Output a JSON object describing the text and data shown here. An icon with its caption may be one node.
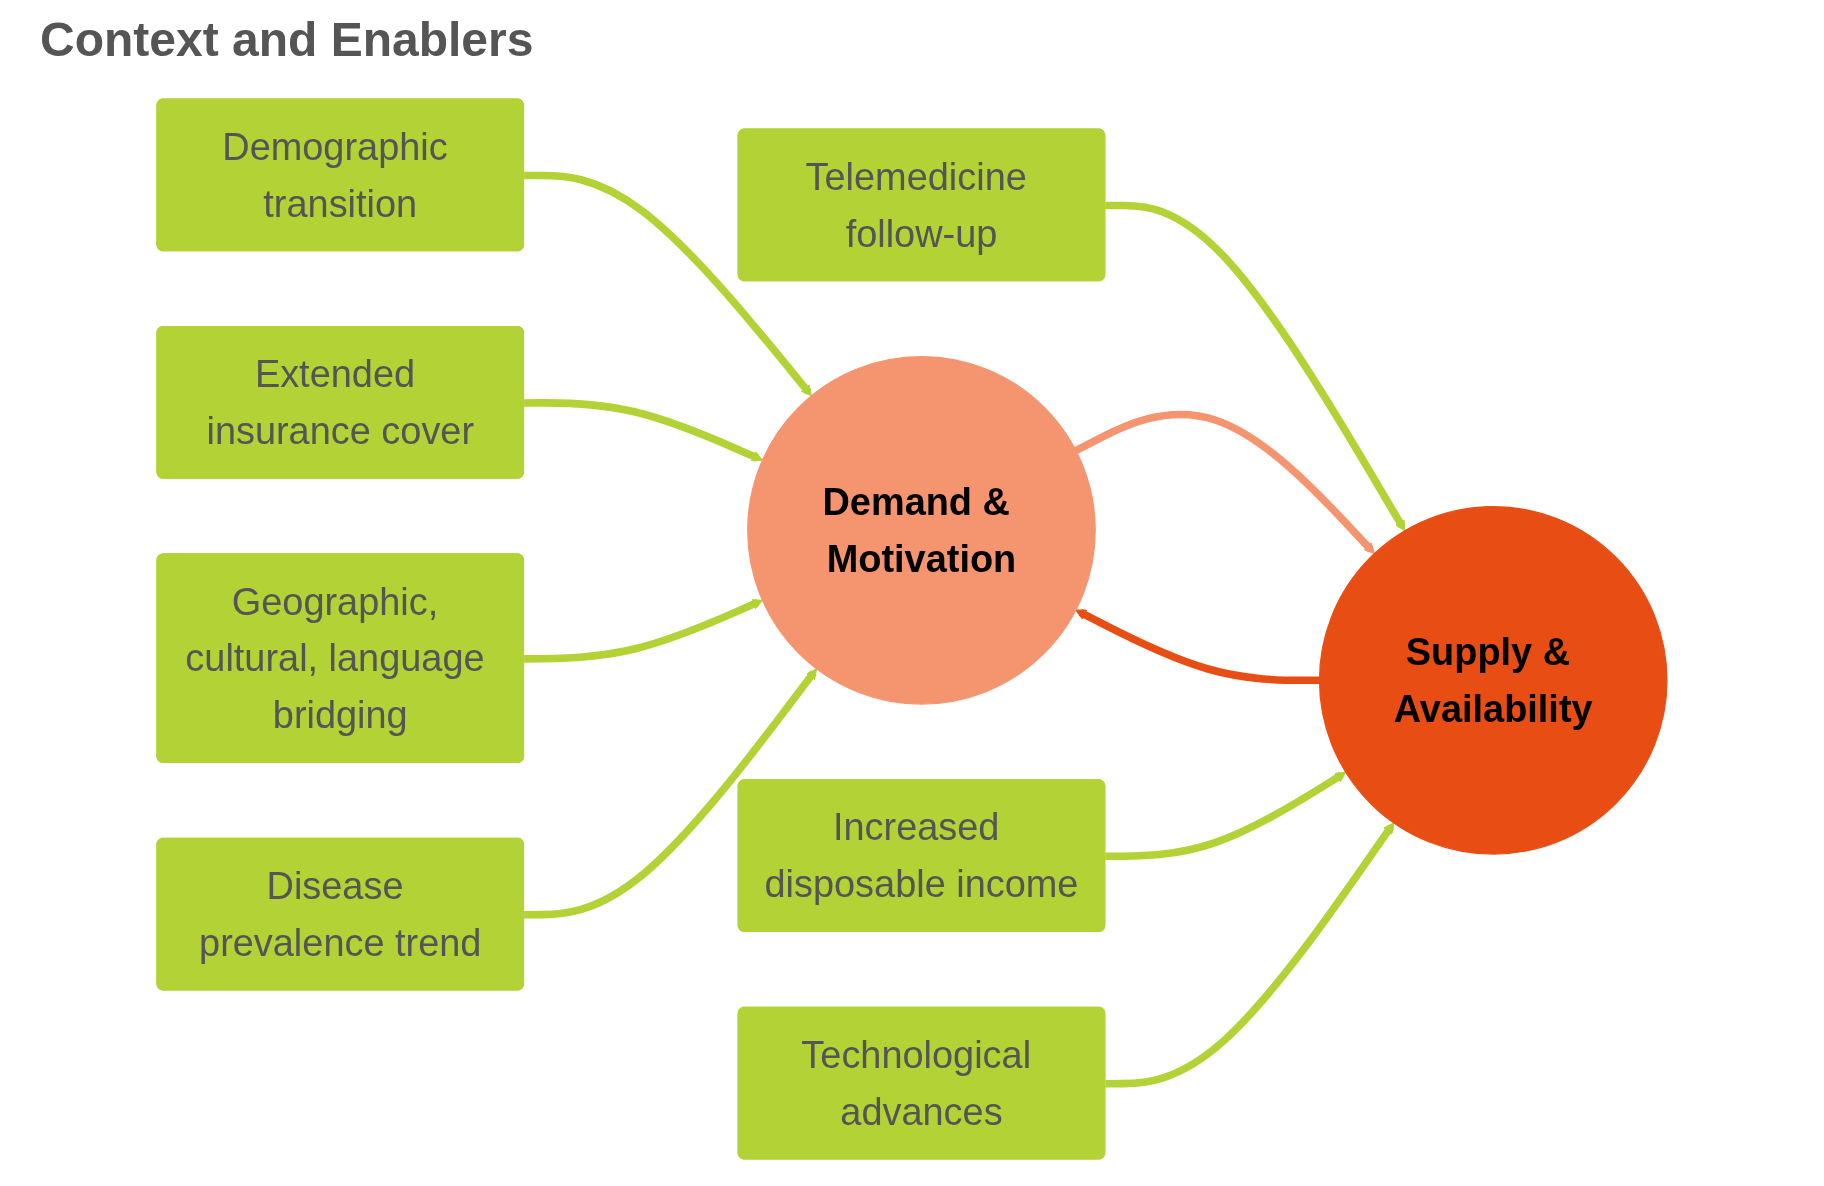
{
  "diagram": {
    "title": "Context and Enablers",
    "nodes": [
      {
        "text": [
          "Demographic transition"
        ]
      },
      {
        "text": [
          "Extended insurance cover"
        ]
      },
      {
        "text": [
          "Geographic, cultural, language bridging"
        ]
      },
      {
        "text": [
          "Disease prevalence trend"
        ]
      },
      {
        "text": [
          "Demand & Motivation"
        ]
      },
      {
        "text": [
          "Supply & Availability"
        ]
      },
      {
        "text": [
          "Telemedicine follow-up"
        ]
      },
      {
        "text": [
          "Increased disposable income"
        ]
      },
      {
        "text": [
          "Technological advances"
        ]
      }
    ],
    "edges": [
      {
        "from": 0,
        "to": 4,
        "arrow": "to"
      },
      {
        "from": 1,
        "to": 4,
        "arrow": "to"
      },
      {
        "from": 2,
        "to": 4,
        "arrow": "to"
      },
      {
        "from": 3,
        "to": 4,
        "arrow": "to"
      },
      {
        "from": 4,
        "to": 5,
        "arrow": "to",
        "color": "#f4956f"
      },
      {
        "from": 5,
        "to": 4,
        "arrow": "to",
        "color": "#e84e14"
      },
      {
        "from": 6,
        "to": 5,
        "arrow": "to"
      },
      {
        "from": 7,
        "to": 5,
        "arrow": "to"
      },
      {
        "from": 8,
        "to": 5,
        "arrow": "to"
      }
    ]
  }
}
